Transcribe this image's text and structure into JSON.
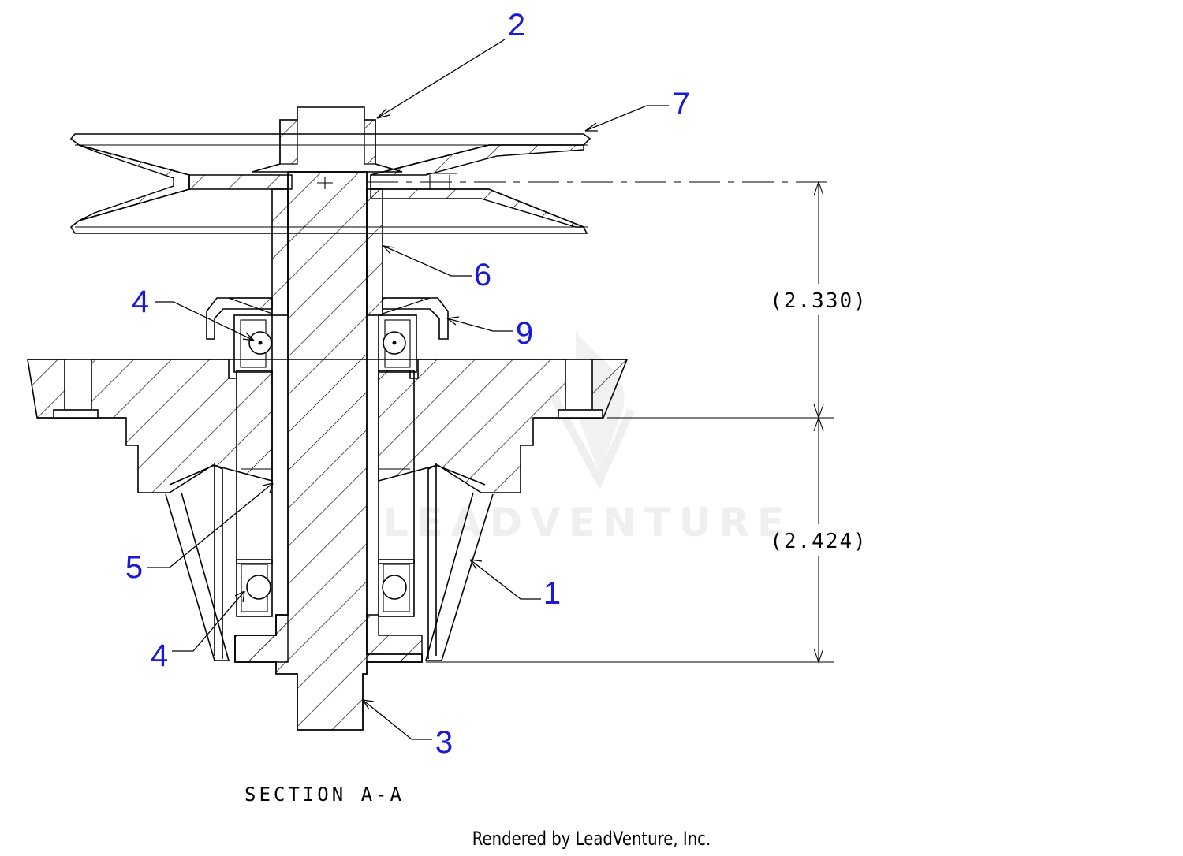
{
  "callouts": [
    {
      "id": "1",
      "label": "1"
    },
    {
      "id": "2",
      "label": "2"
    },
    {
      "id": "3",
      "label": "3"
    },
    {
      "id": "4a",
      "label": "4"
    },
    {
      "id": "4b",
      "label": "4"
    },
    {
      "id": "5",
      "label": "5"
    },
    {
      "id": "6",
      "label": "6"
    },
    {
      "id": "7",
      "label": "7"
    },
    {
      "id": "9",
      "label": "9"
    }
  ],
  "dimensions": {
    "upper": "(2.330)",
    "lower": "(2.424)"
  },
  "section_label": "SECTION A-A",
  "watermark_text": "LEADVENTURE",
  "credit": "Rendered by LeadVenture, Inc.",
  "colors": {
    "callout": "#1a1ad6",
    "line": "#000000",
    "watermark": "#eeeeee"
  }
}
